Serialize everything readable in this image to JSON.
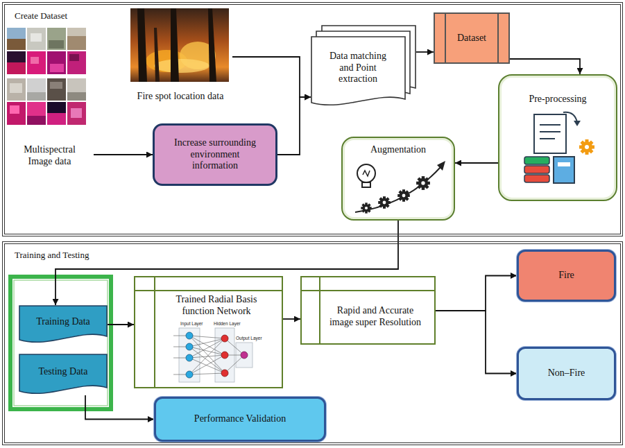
{
  "diagram": {
    "nodes": [
      {
        "text": [
          "Create Dataset"
        ]
      },
      {
        "text": [
          "Multispectral Image data"
        ],
        "in": 0
      },
      {
        "text": [
          "Fire spot location data"
        ],
        "in": 0
      },
      {
        "text": [
          "Increase surrounding environment information"
        ],
        "in": 0
      },
      {
        "text": [
          "Data matching and Point extraction"
        ],
        "in": 0
      },
      {
        "text": [
          "Dataset"
        ],
        "in": 0
      },
      {
        "text": [
          "Pre-processing"
        ],
        "in": 0
      },
      {
        "text": [
          "Augmentation"
        ],
        "in": 0
      },
      {
        "text": [
          "Training and Testing"
        ]
      },
      {
        "text": [
          "Training Data"
        ],
        "in": 8
      },
      {
        "text": [
          "Testing Data"
        ],
        "in": 8
      },
      {
        "text": [
          "Trained Radial Basis function Network"
        ],
        "in": 8
      },
      {
        "text": [
          "Rapid and Accurate image super Resolution"
        ],
        "in": 8
      },
      {
        "text": [
          "Fire"
        ],
        "in": 8
      },
      {
        "text": [
          "Non–Fire"
        ],
        "in": 8
      },
      {
        "text": [
          "Performance Validation"
        ],
        "in": 8
      }
    ],
    "edges": [
      {
        "from": 1,
        "to": 3,
        "arrow": "to"
      },
      {
        "from": 2,
        "to": 4,
        "arrow": "to"
      },
      {
        "from": 3,
        "to": 4,
        "arrow": "to"
      },
      {
        "from": 4,
        "to": 5,
        "arrow": "to"
      },
      {
        "from": 5,
        "to": 6,
        "arrow": "to"
      },
      {
        "from": 6,
        "to": 7,
        "arrow": "to"
      },
      {
        "from": 7,
        "to": 9,
        "arrow": "to"
      },
      {
        "from": 9,
        "to": 11,
        "arrow": "to"
      },
      {
        "from": 11,
        "to": 12,
        "arrow": "to"
      },
      {
        "from": 12,
        "to": 13,
        "arrow": "to"
      },
      {
        "from": 12,
        "to": 14,
        "arrow": "to"
      },
      {
        "from": 10,
        "to": 15,
        "arrow": "to"
      }
    ],
    "labels": [
      "Input Layer",
      "Hidden Layer",
      "Output Layer"
    ]
  }
}
